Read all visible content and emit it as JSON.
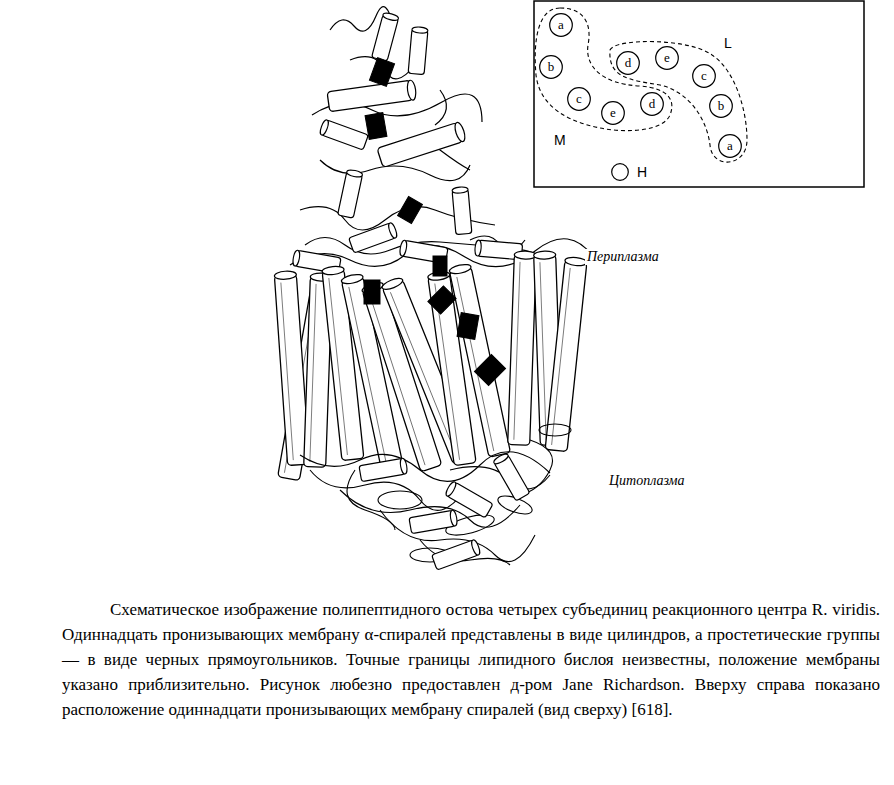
{
  "diagram": {
    "caption": "Схематическое изображение полипептидного остова четырех субъединиц реакционного центра R. viridis. Одиннадцать пронизывающих мембрану α-спиралей представлены в виде цилиндров, а простетические группы — в виде черных прямоугольников. Точные границы липидного бислоя неизвестны, положение мембраны указано приблизительно. Рисунок любезно предоставлен д-ром Jane Richardson. Вверху справа показано расположение одиннадцати пронизывающих мембрану спиралей (вид сверху) [618].",
    "nodes": [
      {
        "text": [
          "M"
        ]
      },
      {
        "text": [
          "a"
        ],
        "in": 0
      },
      {
        "text": [
          "b"
        ],
        "in": 0
      },
      {
        "text": [
          "c"
        ],
        "in": 0
      },
      {
        "text": [
          "e"
        ],
        "in": 0
      },
      {
        "text": [
          "d"
        ],
        "in": 0
      },
      {
        "text": [
          "L"
        ]
      },
      {
        "text": [
          "d"
        ],
        "in": 6
      },
      {
        "text": [
          "e"
        ],
        "in": 6
      },
      {
        "text": [
          "c"
        ],
        "in": 6
      },
      {
        "text": [
          "b"
        ],
        "in": 6
      },
      {
        "text": [
          "a"
        ],
        "in": 6
      },
      {
        "text": [
          "H"
        ]
      }
    ],
    "labels": [
      "Периплазма",
      "Цитоплазма"
    ]
  }
}
